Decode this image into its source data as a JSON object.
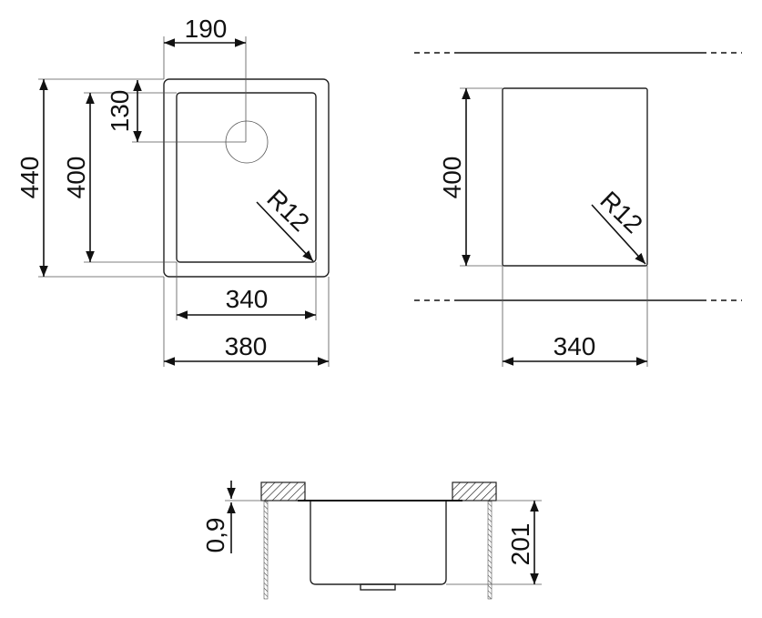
{
  "top_view": {
    "drain_offset_x": "190",
    "drain_offset_y": "130",
    "outer_depth": "440",
    "inner_depth": "400",
    "corner_radius": "R12",
    "inner_width": "340",
    "outer_width": "380"
  },
  "cutout_view": {
    "depth": "400",
    "corner_radius": "R12",
    "width": "340"
  },
  "section_view": {
    "flange_thickness": "0,9",
    "bowl_depth": "201"
  },
  "colors": {
    "line": "#111111",
    "background": "#ffffff"
  }
}
